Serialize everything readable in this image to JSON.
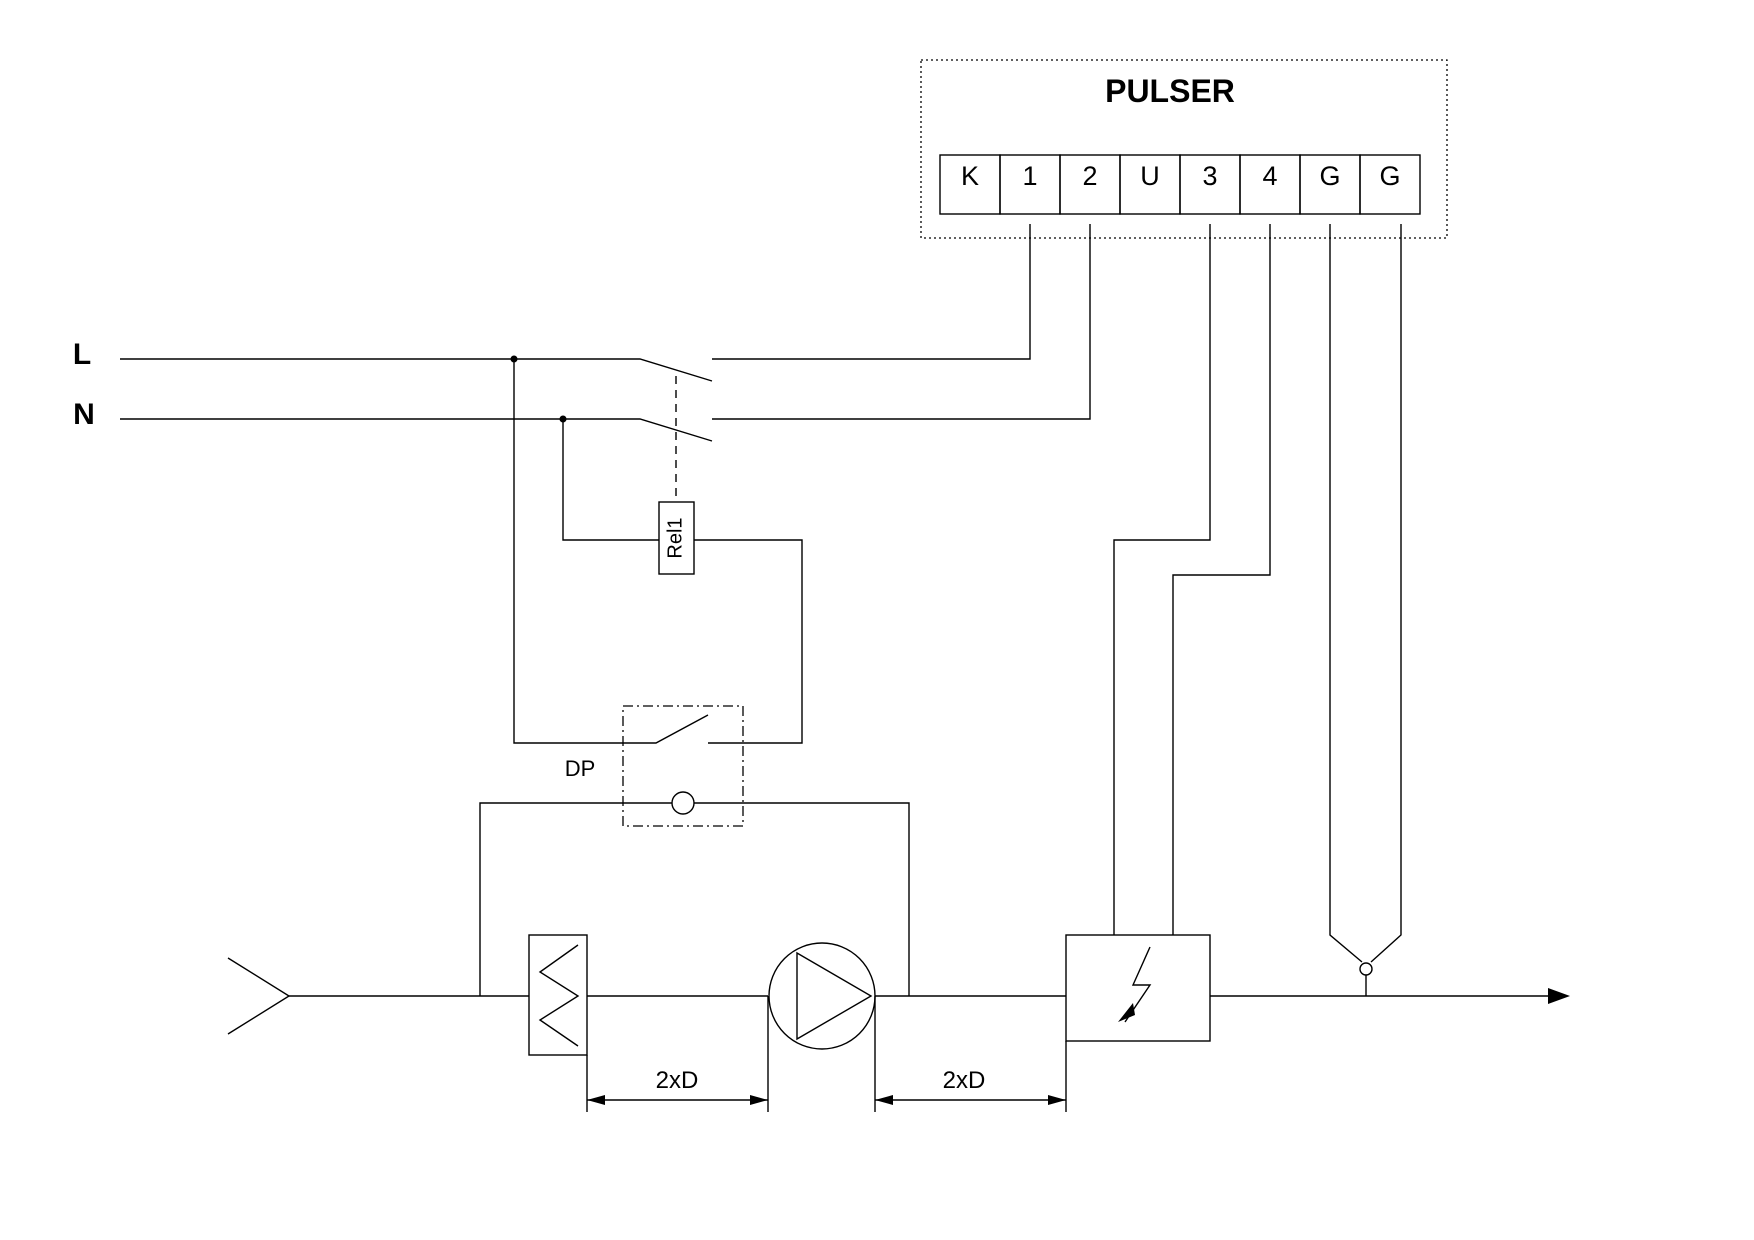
{
  "pulser": {
    "title": "PULSER",
    "terminals": [
      "K",
      "1",
      "2",
      "U",
      "3",
      "4",
      "G",
      "G"
    ]
  },
  "lines": {
    "live": "L",
    "neutral": "N"
  },
  "relay": {
    "label": "Rel1"
  },
  "pressure_switch": {
    "label": "DP"
  },
  "dimensions": {
    "upstream": "2xD",
    "downstream": "2xD"
  }
}
